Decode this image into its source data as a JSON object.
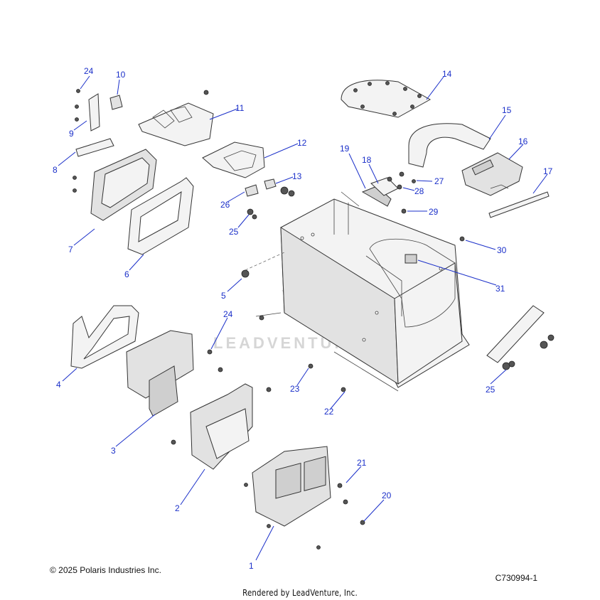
{
  "diagram": {
    "watermark": "LEADVENTURE",
    "callouts": [
      {
        "id": "1",
        "label": "1"
      },
      {
        "id": "2",
        "label": "2"
      },
      {
        "id": "3",
        "label": "3"
      },
      {
        "id": "4",
        "label": "4"
      },
      {
        "id": "5",
        "label": "5"
      },
      {
        "id": "6",
        "label": "6"
      },
      {
        "id": "7",
        "label": "7"
      },
      {
        "id": "8",
        "label": "8"
      },
      {
        "id": "9",
        "label": "9"
      },
      {
        "id": "10",
        "label": "10"
      },
      {
        "id": "11",
        "label": "11"
      },
      {
        "id": "12",
        "label": "12"
      },
      {
        "id": "13",
        "label": "13"
      },
      {
        "id": "14",
        "label": "14"
      },
      {
        "id": "15",
        "label": "15"
      },
      {
        "id": "16",
        "label": "16"
      },
      {
        "id": "17",
        "label": "17"
      },
      {
        "id": "18",
        "label": "18"
      },
      {
        "id": "19",
        "label": "19"
      },
      {
        "id": "20",
        "label": "20"
      },
      {
        "id": "21",
        "label": "21"
      },
      {
        "id": "22",
        "label": "22"
      },
      {
        "id": "23",
        "label": "23"
      },
      {
        "id": "24a",
        "label": "24"
      },
      {
        "id": "24b",
        "label": "24"
      },
      {
        "id": "25a",
        "label": "25"
      },
      {
        "id": "25b",
        "label": "25"
      },
      {
        "id": "26",
        "label": "26"
      },
      {
        "id": "27",
        "label": "27"
      },
      {
        "id": "28",
        "label": "28"
      },
      {
        "id": "29",
        "label": "29"
      },
      {
        "id": "30",
        "label": "30"
      },
      {
        "id": "31",
        "label": "31"
      }
    ]
  },
  "footer": {
    "copyright": "© 2025 Polaris Industries Inc.",
    "diagram_code": "C730994-1",
    "rendered_by": "Rendered by LeadVenture, Inc."
  }
}
